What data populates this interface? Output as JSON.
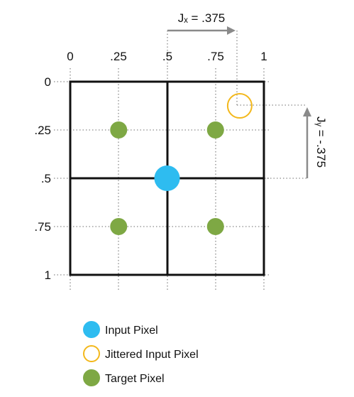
{
  "axes": {
    "x_ticks": [
      "0",
      ".25",
      ".5",
      ".75",
      "1"
    ],
    "y_ticks": [
      "0",
      ".25",
      ".5",
      ".75",
      "1"
    ]
  },
  "points": {
    "input": {
      "x": 0.5,
      "y": 0.5
    },
    "jittered": {
      "x": 0.875,
      "y": 0.125
    },
    "targets": [
      {
        "x": 0.25,
        "y": 0.25
      },
      {
        "x": 0.75,
        "y": 0.25
      },
      {
        "x": 0.25,
        "y": 0.75
      },
      {
        "x": 0.75,
        "y": 0.75
      }
    ]
  },
  "jitter": {
    "x_label": "Jₓ = .375",
    "y_label": "Jᵧ = -.375"
  },
  "legend": {
    "input_label": "Input Pixel",
    "jittered_label": "Jittered Input Pixel",
    "target_label": "Target Pixel"
  },
  "colors": {
    "input": "#2ebcf0",
    "jittered": "#f3b81c",
    "target": "#7ea844",
    "grid": "#111111",
    "guide": "#8a8a8a"
  }
}
